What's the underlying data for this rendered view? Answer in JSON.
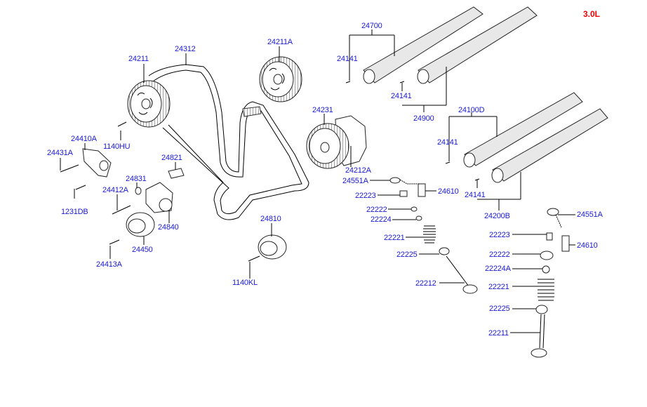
{
  "diagram": {
    "variant_label": "3.0L",
    "label_color": "#1a1ad0",
    "variant_color": "#ee0000",
    "parts": [
      {
        "id": "p24211",
        "label": "24211"
      },
      {
        "id": "p24312",
        "label": "24312"
      },
      {
        "id": "p24211A",
        "label": "24211A"
      },
      {
        "id": "p24231",
        "label": "24231"
      },
      {
        "id": "p24212A",
        "label": "24212A"
      },
      {
        "id": "p1140HU",
        "label": "1140HU"
      },
      {
        "id": "p24410A",
        "label": "24410A"
      },
      {
        "id": "p24431A",
        "label": "24431A"
      },
      {
        "id": "p1231DB",
        "label": "1231DB"
      },
      {
        "id": "p24821",
        "label": "24821"
      },
      {
        "id": "p24831",
        "label": "24831"
      },
      {
        "id": "p24412A",
        "label": "24412A"
      },
      {
        "id": "p24840",
        "label": "24840"
      },
      {
        "id": "p24450",
        "label": "24450"
      },
      {
        "id": "p24413A",
        "label": "24413A"
      },
      {
        "id": "p24810",
        "label": "24810"
      },
      {
        "id": "p1140KL",
        "label": "1140KL"
      },
      {
        "id": "p24700",
        "label": "24700"
      },
      {
        "id": "p24141a",
        "label": "24141"
      },
      {
        "id": "p24141b",
        "label": "24141"
      },
      {
        "id": "p24900",
        "label": "24900"
      },
      {
        "id": "p24100D",
        "label": "24100D"
      },
      {
        "id": "p24141c",
        "label": "24141"
      },
      {
        "id": "p24141d",
        "label": "24141"
      },
      {
        "id": "p24200B",
        "label": "24200B"
      },
      {
        "id": "p24551A_l",
        "label": "24551A"
      },
      {
        "id": "p24610_l",
        "label": "24610"
      },
      {
        "id": "p22223_l",
        "label": "22223"
      },
      {
        "id": "p22222_l",
        "label": "22222"
      },
      {
        "id": "p22224_l",
        "label": "22224"
      },
      {
        "id": "p22221_l",
        "label": "22221"
      },
      {
        "id": "p22225_l",
        "label": "22225"
      },
      {
        "id": "p22212_l",
        "label": "22212"
      },
      {
        "id": "p24551A_r",
        "label": "24551A"
      },
      {
        "id": "p24610_r",
        "label": "24610"
      },
      {
        "id": "p22223_r",
        "label": "22223"
      },
      {
        "id": "p22222_r",
        "label": "22222"
      },
      {
        "id": "p22224A_r",
        "label": "22224A"
      },
      {
        "id": "p22221_r",
        "label": "22221"
      },
      {
        "id": "p22225_r",
        "label": "22225"
      },
      {
        "id": "p22211_r",
        "label": "22211"
      }
    ]
  }
}
